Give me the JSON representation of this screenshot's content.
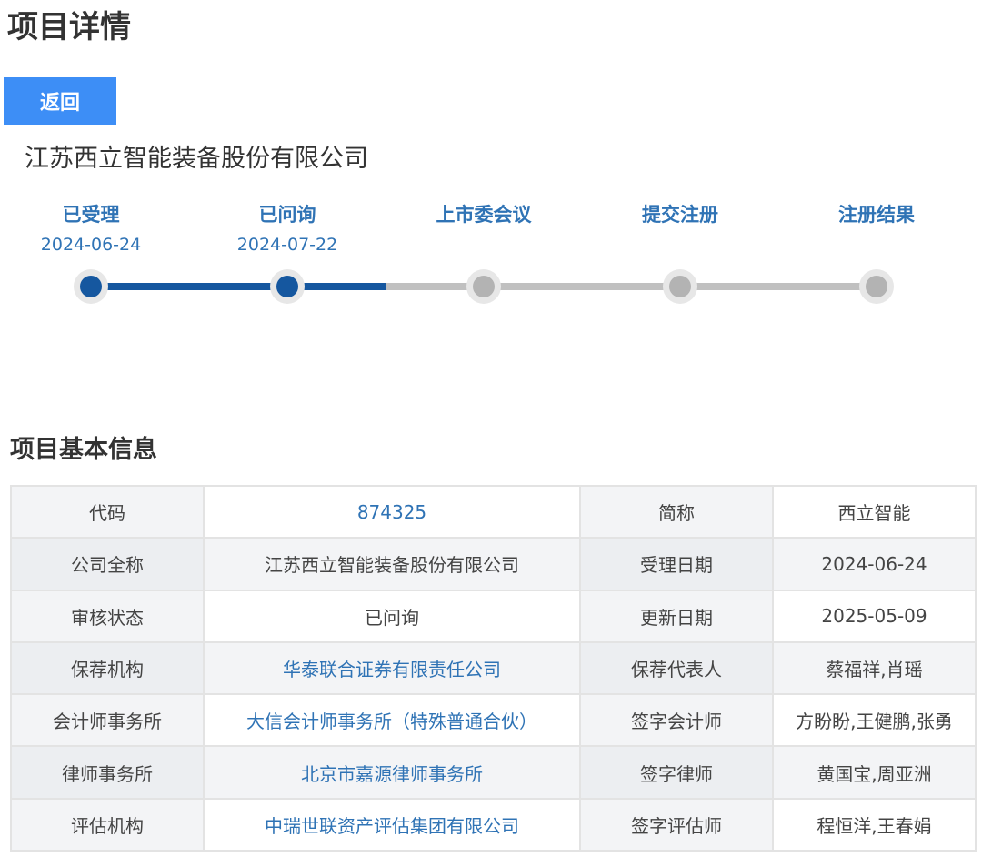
{
  "page": {
    "title": "项目详情",
    "back_label": "返回"
  },
  "company": {
    "name": "江苏西立智能装备股份有限公司"
  },
  "steps": [
    {
      "label": "已受理",
      "date": "2024-06-24",
      "done": true
    },
    {
      "label": "已问询",
      "date": "2024-07-22",
      "done": true
    },
    {
      "label": "上市委会议",
      "date": "",
      "done": false
    },
    {
      "label": "提交注册",
      "date": "",
      "done": false
    },
    {
      "label": "注册结果",
      "date": "",
      "done": false
    }
  ],
  "progress": {
    "completed_steps": 2,
    "total_steps": 5
  },
  "basic_info": {
    "title": "项目基本信息",
    "rows": [
      {
        "label1": "代码",
        "value1": "874325",
        "label2": "简称",
        "value2": "西立智能"
      },
      {
        "label1": "公司全称",
        "value1": "江苏西立智能装备股份有限公司",
        "label2": "受理日期",
        "value2": "2024-06-24"
      },
      {
        "label1": "审核状态",
        "value1": "已问询",
        "label2": "更新日期",
        "value2": "2025-05-09"
      },
      {
        "label1": "保荐机构",
        "value1": "华泰联合证券有限责任公司",
        "label2": "保荐代表人",
        "value2": "蔡福祥,肖瑶"
      },
      {
        "label1": "会计师事务所",
        "value1": "大信会计师事务所（特殊普通合伙）",
        "label2": "签字会计师",
        "value2": "方盼盼,王健鹏,张勇"
      },
      {
        "label1": "律师事务所",
        "value1": "北京市嘉源律师事务所",
        "label2": "签字律师",
        "value2": "黄国宝,周亚洲"
      },
      {
        "label1": "评估机构",
        "value1": "中瑞世联资产评估集团有限公司",
        "label2": "签字评估师",
        "value2": "程恒洋,王春娟"
      }
    ]
  },
  "colors": {
    "accent": "#3d8ef6",
    "link": "#2f73b5",
    "progress_done": "#15579f",
    "progress_pending": "#b3b3b3"
  }
}
